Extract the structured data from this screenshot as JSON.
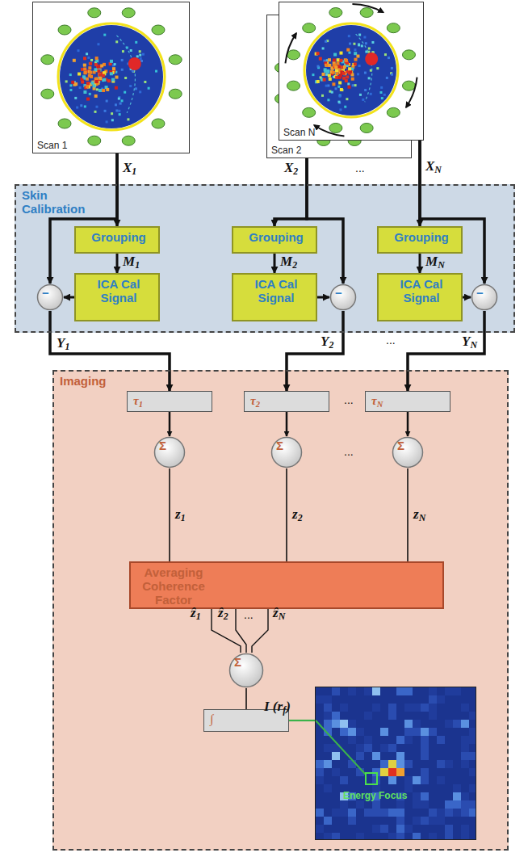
{
  "diagram": {
    "nodes": [
      {
        "text": [
          "Scan 1"
        ]
      },
      {
        "text": [
          "Scan 2"
        ]
      },
      {
        "text": [
          "Scan N"
        ]
      },
      {
        "text": [
          "Skin Calibration"
        ]
      },
      {
        "text": [
          "Grouping"
        ],
        "in": 3
      },
      {
        "text": [
          "ICA Cal Signal"
        ],
        "in": 3
      },
      {
        "text": [
          "−"
        ],
        "in": 3
      },
      {
        "text": [
          "Grouping"
        ],
        "in": 3
      },
      {
        "text": [
          "ICA Cal Signal"
        ],
        "in": 3
      },
      {
        "text": [
          "−"
        ],
        "in": 3
      },
      {
        "text": [
          "Grouping"
        ],
        "in": 3
      },
      {
        "text": [
          "ICA Cal Signal"
        ],
        "in": 3
      },
      {
        "text": [
          "−"
        ],
        "in": 3
      },
      {
        "text": [
          "Imaging"
        ]
      },
      {
        "text": [
          "τ1"
        ],
        "in": 13
      },
      {
        "text": [
          "Σ"
        ],
        "in": 13
      },
      {
        "text": [
          "τ2"
        ],
        "in": 13
      },
      {
        "text": [
          "Σ"
        ],
        "in": 13
      },
      {
        "text": [
          "τN"
        ],
        "in": 13
      },
      {
        "text": [
          "Σ"
        ],
        "in": 13
      },
      {
        "text": [
          "Averaging Coherence Factor"
        ],
        "in": 13
      },
      {
        "text": [
          "Σ"
        ],
        "in": 13
      },
      {
        "text": [
          "∫"
        ],
        "in": 13
      },
      {
        "text": [
          "Energy Focus"
        ],
        "in": 13
      }
    ],
    "edges": [
      {
        "from": 0,
        "to": 4,
        "label": "X1",
        "arrow": "to"
      },
      {
        "from": 0,
        "to": 6,
        "arrow": "to"
      },
      {
        "from": 4,
        "to": 5,
        "label": "M1",
        "arrow": "to"
      },
      {
        "from": 5,
        "to": 6,
        "arrow": "to"
      },
      {
        "from": 1,
        "to": 7,
        "label": "X2",
        "arrow": "to"
      },
      {
        "from": 1,
        "to": 9,
        "arrow": "to"
      },
      {
        "from": 7,
        "to": 8,
        "label": "M2",
        "arrow": "to"
      },
      {
        "from": 8,
        "to": 9,
        "arrow": "to"
      },
      {
        "from": 2,
        "to": 10,
        "label": "XN",
        "arrow": "to"
      },
      {
        "from": 2,
        "to": 12,
        "arrow": "to"
      },
      {
        "from": 10,
        "to": 11,
        "label": "MN",
        "arrow": "to"
      },
      {
        "from": 11,
        "to": 12,
        "arrow": "to"
      },
      {
        "from": 6,
        "to": 14,
        "label": "Y1",
        "arrow": "to"
      },
      {
        "from": 9,
        "to": 16,
        "label": "Y2",
        "arrow": "to"
      },
      {
        "from": 12,
        "to": 18,
        "label": "YN",
        "arrow": "to"
      },
      {
        "from": 14,
        "to": 15,
        "arrow": "to"
      },
      {
        "from": 16,
        "to": 17,
        "arrow": "to"
      },
      {
        "from": 18,
        "to": 19,
        "arrow": "to"
      },
      {
        "from": 15,
        "to": 20,
        "label": "z1",
        "arrow": "none"
      },
      {
        "from": 17,
        "to": 20,
        "label": "z2",
        "arrow": "none"
      },
      {
        "from": 19,
        "to": 20,
        "label": "zN",
        "arrow": "none"
      },
      {
        "from": 20,
        "to": 21,
        "label": "ẑ1",
        "arrow": "none"
      },
      {
        "from": 20,
        "to": 21,
        "label": "ẑ2",
        "arrow": "none"
      },
      {
        "from": 20,
        "to": 21,
        "label": "ẑN",
        "arrow": "none"
      },
      {
        "from": 21,
        "to": 22,
        "arrow": "none"
      },
      {
        "from": 22,
        "to": 23,
        "label": "I (rf)",
        "arrow": "none"
      }
    ],
    "labels": [
      "...",
      "...",
      "...",
      "...",
      "..."
    ]
  }
}
